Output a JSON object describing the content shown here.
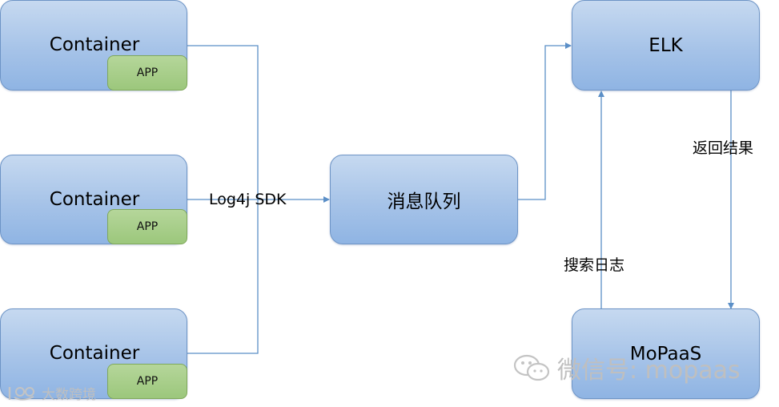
{
  "containers": [
    {
      "label": "Container",
      "app": "APP"
    },
    {
      "label": "Container",
      "app": "APP"
    },
    {
      "label": "Container",
      "app": "APP"
    }
  ],
  "queue": {
    "label": "消息队列"
  },
  "elk": {
    "label": "ELK"
  },
  "mopaas": {
    "label": "MoPaaS"
  },
  "edges": {
    "sdk": "Log4j SDK",
    "return_result": "返回结果",
    "search_logs": "搜索日志"
  },
  "watermarks": {
    "wechat": "微信号: mopaas",
    "bottom_left": "大数跨境"
  },
  "colors": {
    "line": "#5b8fc7",
    "box_fill": "#a6c3e8",
    "app_fill": "#9cc77c"
  }
}
